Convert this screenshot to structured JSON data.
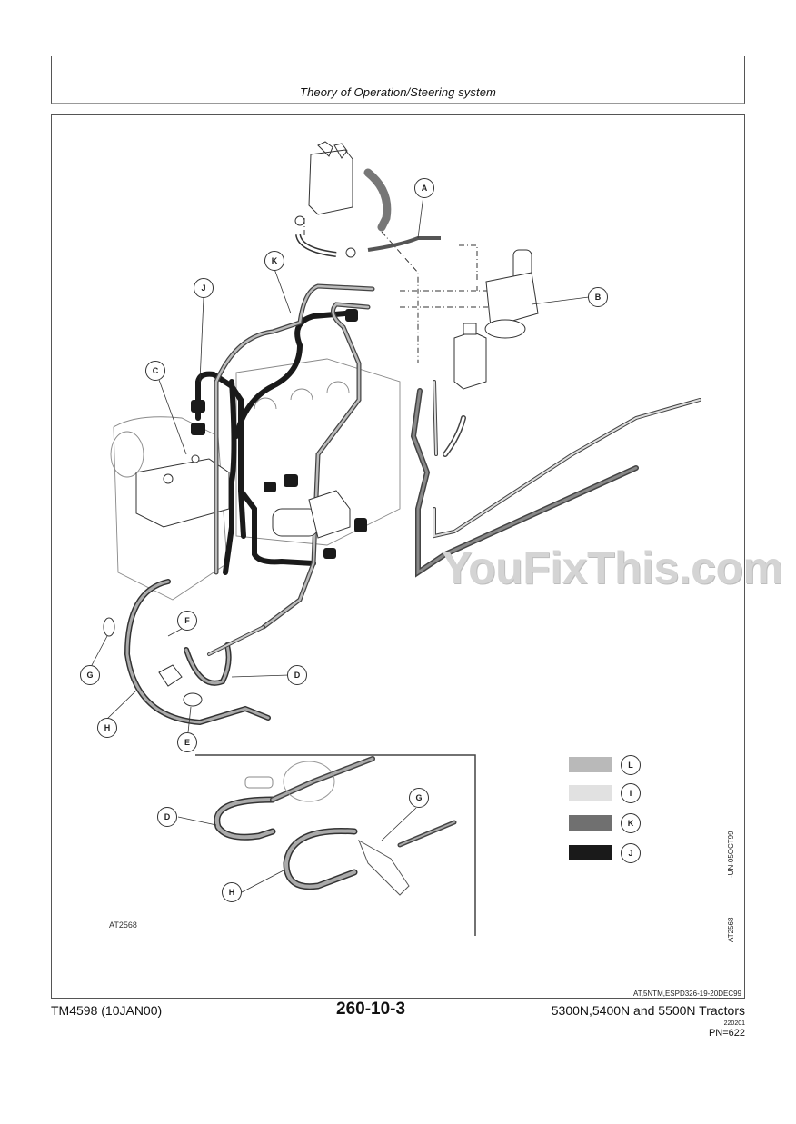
{
  "header": {
    "section_title": "Theory of Operation/Steering system"
  },
  "figure": {
    "callouts": {
      "A": "A",
      "B": "B",
      "C": "C",
      "D": "D",
      "E": "E",
      "F": "F",
      "G": "G",
      "H": "H",
      "J": "J",
      "K": "K"
    },
    "inset_callouts": {
      "D": "D",
      "G": "G",
      "H": "H"
    },
    "inset_figure_id": "AT2568",
    "legend": [
      {
        "label": "L",
        "color": "#b9b9b9"
      },
      {
        "label": "I",
        "color": "#e1e1e1"
      },
      {
        "label": "K",
        "color": "#707070"
      },
      {
        "label": "J",
        "color": "#1a1a1a"
      }
    ],
    "vertical_date_code": "-UN-05OCT99",
    "vertical_figure_id": "AT2568",
    "reference_code": "AT,5NTM,ESPD326-19-20DEC99"
  },
  "watermark": "YouFixThis.com",
  "footer": {
    "manual_id": "TM4598 (10JAN00)",
    "page_number": "260-10-3",
    "product": "5300N,5400N and 5500N Tractors",
    "print_date": "220201",
    "pn": "PN=622"
  }
}
